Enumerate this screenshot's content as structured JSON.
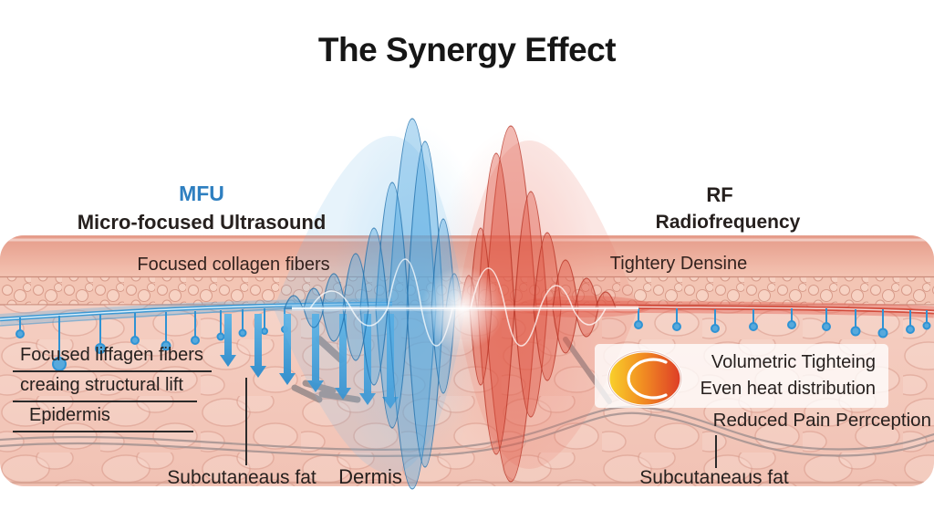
{
  "title": "The Synergy Effect",
  "mfu": {
    "abbr": "MFU",
    "name": "Micro-focused Ultrasound",
    "wave_label": "Focused collagen fibers",
    "notes": [
      "Focused liffagen fibers",
      "creaing structural lift",
      "Epidermis"
    ]
  },
  "rf": {
    "abbr": "RF",
    "name": "Radiofrequency",
    "wave_label": "Tightery Densine",
    "box_notes": [
      "Volumetric Tighteing",
      "Even heat distribution"
    ],
    "note_below": "Reduced Pain Perrception"
  },
  "skin_labels": {
    "subcutaneous_left": "Subcutaneaus fat",
    "dermis": "Dermis",
    "subcutaneous_right": "Subcutaneaus fat"
  },
  "icons": {
    "heat_ellipse": "heat-gradient-ellipse"
  },
  "colors": {
    "title_text": "#161616",
    "label_text": "#26201e",
    "mfu_blue": "#2e7fc0",
    "rf_red": "#cf4434",
    "beam_blue": "#2f93d4",
    "pin_blue": "#57a9dc",
    "skin_top": "#e59b89",
    "skin_mid": "#f3c5b4",
    "skin_deep": "#f5cfc3",
    "fiber_gray": "#a39290",
    "heat_yellow": "#f9d22b",
    "heat_orange": "#f29022",
    "heat_red": "#dd3b27"
  }
}
